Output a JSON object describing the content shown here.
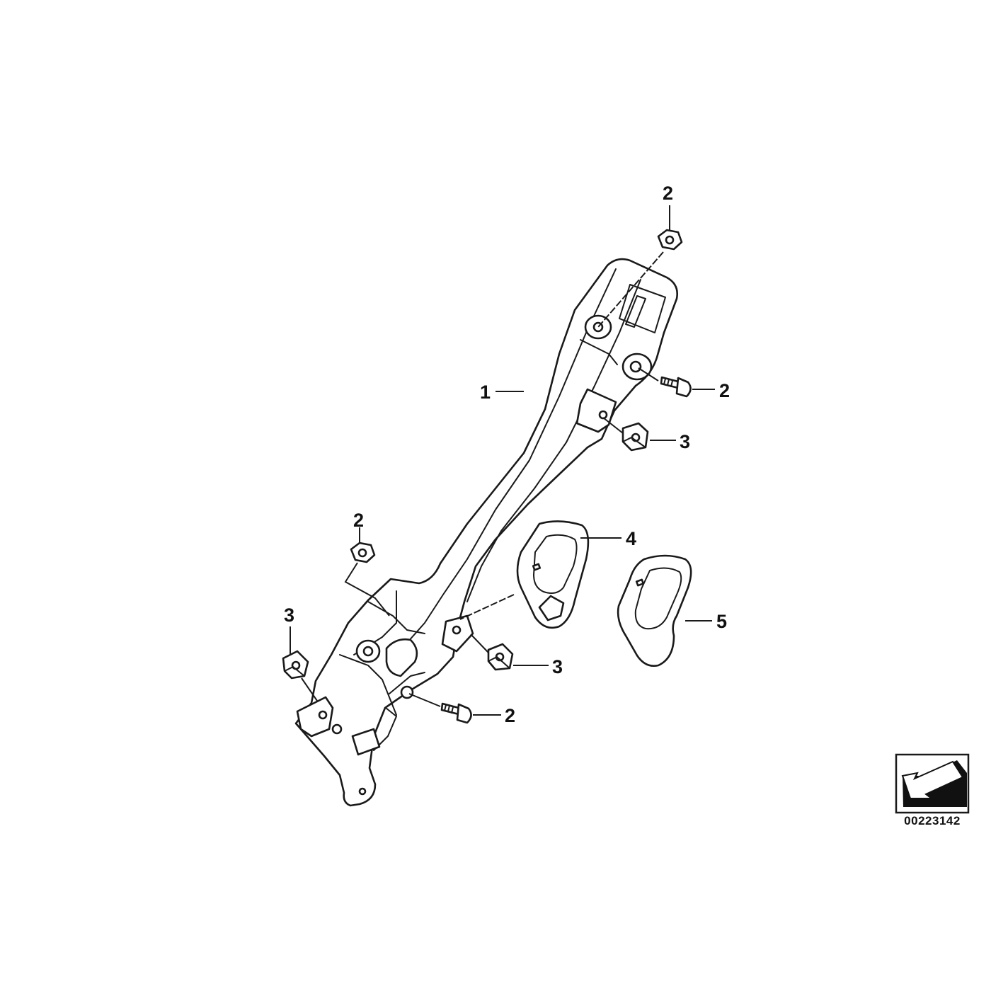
{
  "callouts": {
    "c1": "1",
    "c2_top": "2",
    "c2_right": "2",
    "c2_left": "2",
    "c2_bottom": "2",
    "c3_right_top": "3",
    "c3_left": "3",
    "c3_bottom": "3",
    "c4": "4",
    "c5": "5"
  },
  "catalog_number": "00223142",
  "colors": {
    "line": "#1a1a1a",
    "background": "#ffffff",
    "arrow_fill": "#111111"
  },
  "icons": {
    "orientation": "direction-arrow-icon"
  }
}
